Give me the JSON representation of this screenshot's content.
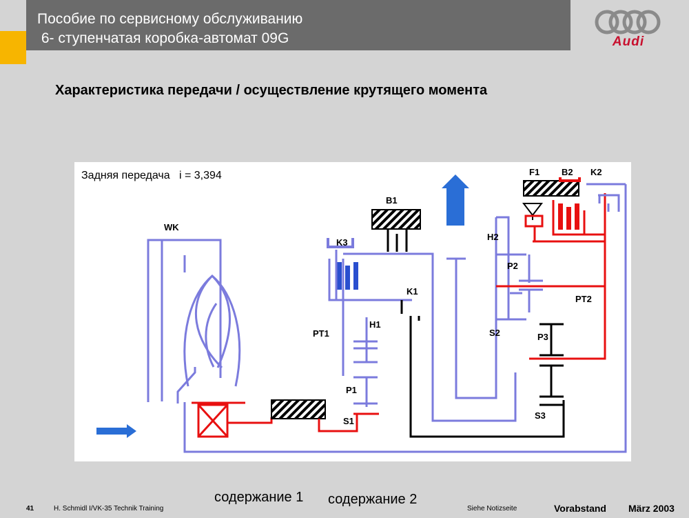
{
  "header": {
    "title": "Пособие по сервисному обслуживанию",
    "subtitle": " 6- ступенчатая коробка-автомат 09G",
    "logo_text": "Audi"
  },
  "slide": {
    "title": "Характеристика передачи / осуществление крутящего момента"
  },
  "diagram": {
    "caption": "Задняя передача   i = 3,394",
    "labels": {
      "wk": "WK",
      "k3": "K3",
      "b1": "B1",
      "k1": "K1",
      "h1": "H1",
      "pt1": "PT1",
      "p1": "P1",
      "s1": "S1",
      "h2": "H2",
      "p2": "P2",
      "s2": "S2",
      "pt2": "PT2",
      "p3": "P3",
      "s3": "S3",
      "f1": "F1",
      "b2": "B2",
      "k2": "K2"
    },
    "colors": {
      "blue_line": "#7b7bdd",
      "red_line": "#e81010",
      "black_line": "#000000",
      "arrow": "#2a6ed6",
      "component_blue": "#2a4fcf"
    }
  },
  "footer": {
    "link1": "содержание 1",
    "link2": "содержание 2",
    "page_number": "41",
    "author": "H. Schmidl I/VK-35  Technik Training",
    "notes": "Siehe Notizseite",
    "status": "Vorabstand",
    "date": "März 2003"
  }
}
